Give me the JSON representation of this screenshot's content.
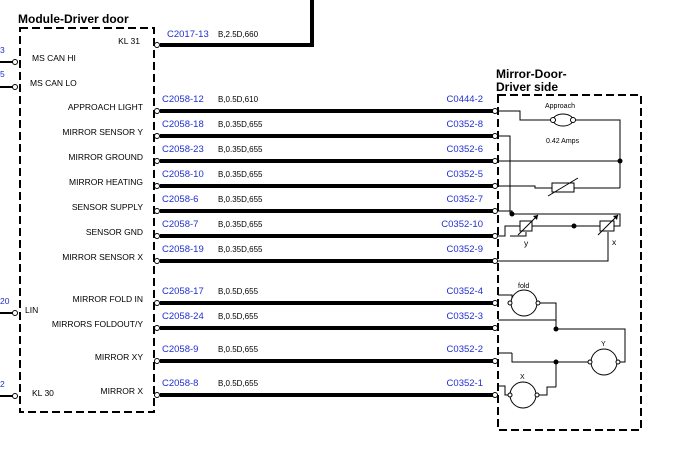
{
  "modules": {
    "driver_door": {
      "title": "Module-Driver door"
    },
    "mirror_door": {
      "title_line1": "Mirror-Door-",
      "title_line2": "Driver side"
    }
  },
  "left_bus": {
    "labels": [
      "3",
      "5",
      "20",
      "2"
    ]
  },
  "module_pins": {
    "kl31": "KL 31",
    "ms_can_hi": "MS CAN HI",
    "ms_can_lo": "MS CAN LO",
    "lin": "LIN",
    "kl30": "KL 30",
    "approach_light": "APPROACH LIGHT",
    "mirror_sensor_y": "MIRROR SENSOR Y",
    "mirror_ground": "MIRROR GROUND",
    "mirror_heating": "MIRROR HEATING",
    "sensor_supply": "SENSOR SUPPLY",
    "sensor_gnd": "SENSOR GND",
    "mirror_sensor_x": "MIRROR SENSOR X",
    "mirror_fold_in": "MIRROR FOLD IN",
    "mirrors_foldout_y": "MIRRORS FOLDOUT/Y",
    "mirror_xy": "MIRROR XY",
    "mirror_x": "MIRROR X"
  },
  "kl31_wire": {
    "connector": "C2017-13",
    "spec": "B,2.5D,660"
  },
  "wires": [
    {
      "id": "approach_light",
      "left": "C2058-12",
      "spec": "B,0.5D,610",
      "right": "C0444-2"
    },
    {
      "id": "mirror_sensor_y",
      "left": "C2058-18",
      "spec": "B,0.35D,655",
      "right": "C0352-8"
    },
    {
      "id": "mirror_ground",
      "left": "C2058-23",
      "spec": "B,0.35D,655",
      "right": "C0352-6"
    },
    {
      "id": "mirror_heating",
      "left": "C2058-10",
      "spec": "B,0.35D,655",
      "right": "C0352-5"
    },
    {
      "id": "sensor_supply",
      "left": "C2058-6",
      "spec": "B,0.35D,655",
      "right": "C0352-7"
    },
    {
      "id": "sensor_gnd",
      "left": "C2058-7",
      "spec": "B,0.35D,655",
      "right": "C0352-10"
    },
    {
      "id": "mirror_sensor_x",
      "left": "C2058-19",
      "spec": "B,0.35D,655",
      "right": "C0352-9"
    },
    {
      "id": "mirror_fold_in",
      "left": "C2058-17",
      "spec": "B,0.5D,655",
      "right": "C0352-4"
    },
    {
      "id": "mirrors_foldout_y",
      "left": "C2058-24",
      "spec": "B,0.5D,655",
      "right": "C0352-3"
    },
    {
      "id": "mirror_xy",
      "left": "C2058-9",
      "spec": "B,0.5D,655",
      "right": "C0352-2"
    },
    {
      "id": "mirror_x",
      "left": "C2058-8",
      "spec": "B,0.5D,655",
      "right": "C0352-1"
    }
  ],
  "components": {
    "approach_lamp": {
      "label": "Approach",
      "rating": "0.42 Amps"
    },
    "sensor_y_label": "y",
    "sensor_x_label": "x",
    "fold_motor": "fold",
    "y_motor": "Y",
    "x_motor": "X"
  }
}
